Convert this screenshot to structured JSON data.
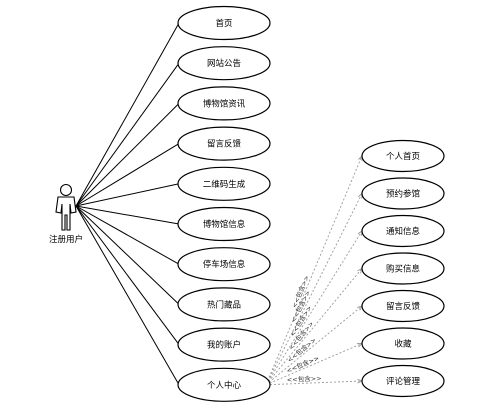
{
  "actor": {
    "label": "注册用户",
    "icon": "person-icon"
  },
  "main_use_cases": [
    {
      "id": "home",
      "label": "首页"
    },
    {
      "id": "notice",
      "label": "网站公告"
    },
    {
      "id": "museum-news",
      "label": "博物馆资讯"
    },
    {
      "id": "feedback",
      "label": "留言反馈"
    },
    {
      "id": "qrcode",
      "label": "二维码生成"
    },
    {
      "id": "museum-info",
      "label": "博物馆信息"
    },
    {
      "id": "parking",
      "label": "停车场信息"
    },
    {
      "id": "hot-goods",
      "label": "热门藏品"
    },
    {
      "id": "my-account",
      "label": "我的账户"
    },
    {
      "id": "personal-center",
      "label": "个人中心"
    }
  ],
  "personal_center_use_cases": [
    {
      "id": "pc-home",
      "label": "个人首页"
    },
    {
      "id": "pc-booking",
      "label": "预约参馆"
    },
    {
      "id": "pc-notify",
      "label": "通知信息"
    },
    {
      "id": "pc-purchase",
      "label": "购买信息"
    },
    {
      "id": "pc-feedback",
      "label": "留言反馈"
    },
    {
      "id": "pc-favorite",
      "label": "收藏"
    },
    {
      "id": "pc-comments",
      "label": "评论管理"
    }
  ],
  "relation_label": "<<包含>>",
  "colors": {
    "line": "#000000",
    "include_line": "#9a9a9a",
    "background": "#ffffff"
  }
}
